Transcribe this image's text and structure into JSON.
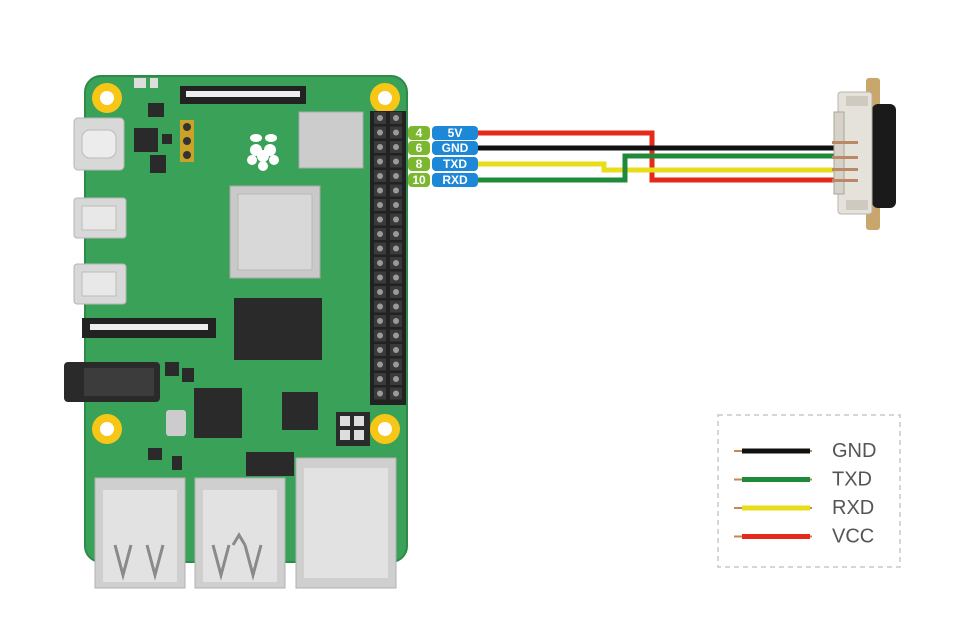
{
  "pin_labels": [
    {
      "number": "4",
      "name": "5V"
    },
    {
      "number": "6",
      "name": "GND"
    },
    {
      "number": "8",
      "name": "TXD"
    },
    {
      "number": "10",
      "name": "RXD"
    }
  ],
  "legend": [
    {
      "label": "GND",
      "color": "#111111"
    },
    {
      "label": "TXD",
      "color": "#1f8a3a"
    },
    {
      "label": "RXD",
      "color": "#e8dd1a"
    },
    {
      "label": "VCC",
      "color": "#e62a1a"
    }
  ],
  "colors": {
    "board_green": "#3aa159",
    "board_edge": "#2d8a4a",
    "pin_badge_green": "#7cb82f",
    "pin_badge_blue": "#1e88d8",
    "mount_hole": "#f7c617"
  }
}
